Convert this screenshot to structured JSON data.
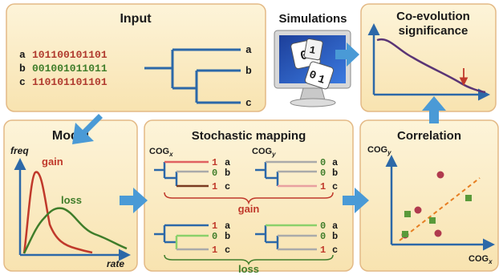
{
  "input": {
    "title": "Input",
    "rows": [
      {
        "taxon": "a",
        "bits": "101100101101"
      },
      {
        "taxon": "b",
        "bits": "001001011011"
      },
      {
        "taxon": "c",
        "bits": "110101101101"
      }
    ],
    "leaves": [
      "a",
      "b",
      "c"
    ]
  },
  "simulations": {
    "title": "Simulations",
    "die_faces": [
      "0",
      "1",
      "0",
      "1"
    ]
  },
  "coevolution": {
    "title_line1": "Co-evolution",
    "title_line2": "significance"
  },
  "model": {
    "title": "Model",
    "y_label": "freq",
    "x_label": "rate",
    "gain_label": "gain",
    "loss_label": "loss"
  },
  "mapping": {
    "title": "Stochastic mapping",
    "cog_x": "COG",
    "cog_x_sub": "x",
    "cog_y": "COG",
    "cog_y_sub": "y",
    "gain_label": "gain",
    "loss_label": "loss",
    "gain_trees": {
      "left": [
        {
          "state": "1",
          "leaf": "a"
        },
        {
          "state": "0",
          "leaf": "b"
        },
        {
          "state": "1",
          "leaf": "c"
        }
      ],
      "right": [
        {
          "state": "0",
          "leaf": "a"
        },
        {
          "state": "0",
          "leaf": "b"
        },
        {
          "state": "1",
          "leaf": "c"
        }
      ]
    },
    "loss_trees": {
      "left": [
        {
          "state": "1",
          "leaf": "a"
        },
        {
          "state": "0",
          "leaf": "b"
        },
        {
          "state": "1",
          "leaf": "c"
        }
      ],
      "right": [
        {
          "state": "0",
          "leaf": "a"
        },
        {
          "state": "0",
          "leaf": "b"
        },
        {
          "state": "1",
          "leaf": "c"
        }
      ]
    }
  },
  "correlation": {
    "title": "Correlation",
    "y_label": "COG",
    "y_sub": "y",
    "x_label": "COG",
    "x_sub": "x"
  },
  "colors": {
    "box_fill": "#fcefc6",
    "box_stroke": "#e3b985",
    "arrow": "#4a9ad6",
    "tree": "#2c68a8",
    "gain": "#c0392b",
    "loss": "#4a8a2a",
    "curve": "#5a3575"
  }
}
